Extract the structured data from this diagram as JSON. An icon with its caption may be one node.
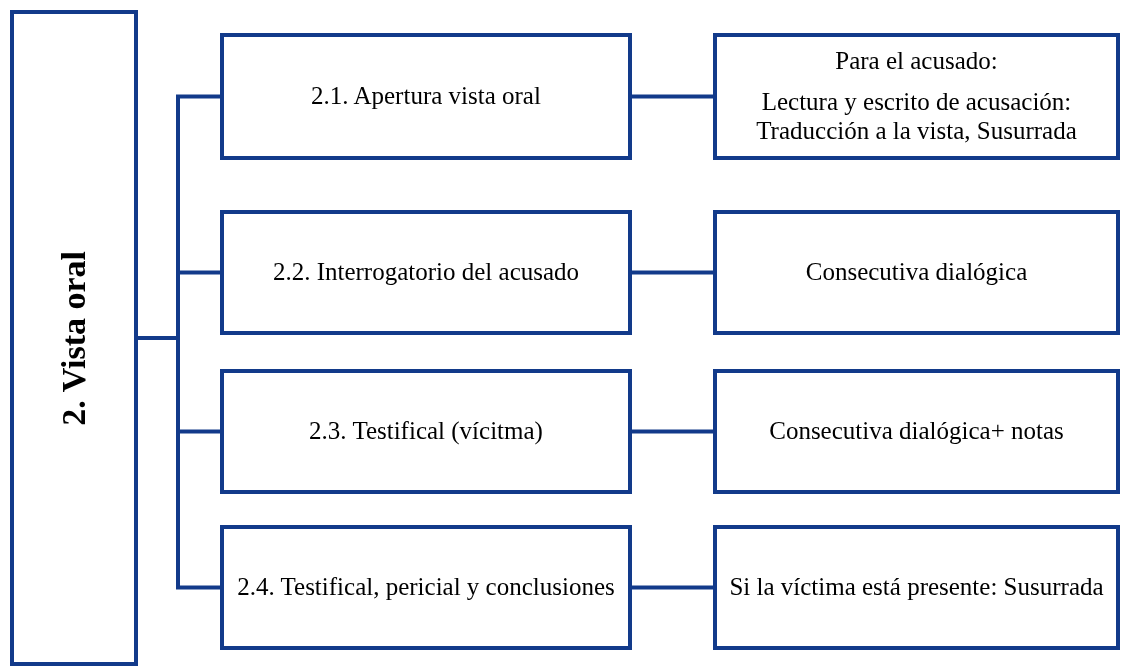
{
  "diagram": {
    "nodes": [
      {
        "text": [
          "2. Vista oral"
        ]
      },
      {
        "text": [
          "2.1. Apertura vista oral"
        ]
      },
      {
        "text": [
          "Para el acusado:",
          "Lectura y escrito de acusación: Traducción a la vista, Susurrada"
        ]
      },
      {
        "text": [
          "2.2. Interrogatorio del acusado"
        ]
      },
      {
        "text": [
          "Consecutiva dialógica"
        ]
      },
      {
        "text": [
          "2.3. Testifical (vícitma)"
        ]
      },
      {
        "text": [
          "Consecutiva dialógica+ notas"
        ]
      },
      {
        "text": [
          "2.4. Testifical, pericial y conclusiones"
        ]
      },
      {
        "text": [
          "Si la víctima está presente: Susurrada"
        ]
      }
    ],
    "edges": [
      {
        "from": 0,
        "to": 1,
        "arrow": "none"
      },
      {
        "from": 0,
        "to": 3,
        "arrow": "none"
      },
      {
        "from": 0,
        "to": 5,
        "arrow": "none"
      },
      {
        "from": 0,
        "to": 7,
        "arrow": "none"
      },
      {
        "from": 1,
        "to": 2,
        "arrow": "none"
      },
      {
        "from": 3,
        "to": 4,
        "arrow": "none"
      },
      {
        "from": 5,
        "to": 6,
        "arrow": "none"
      },
      {
        "from": 7,
        "to": 8,
        "arrow": "none"
      }
    ]
  }
}
